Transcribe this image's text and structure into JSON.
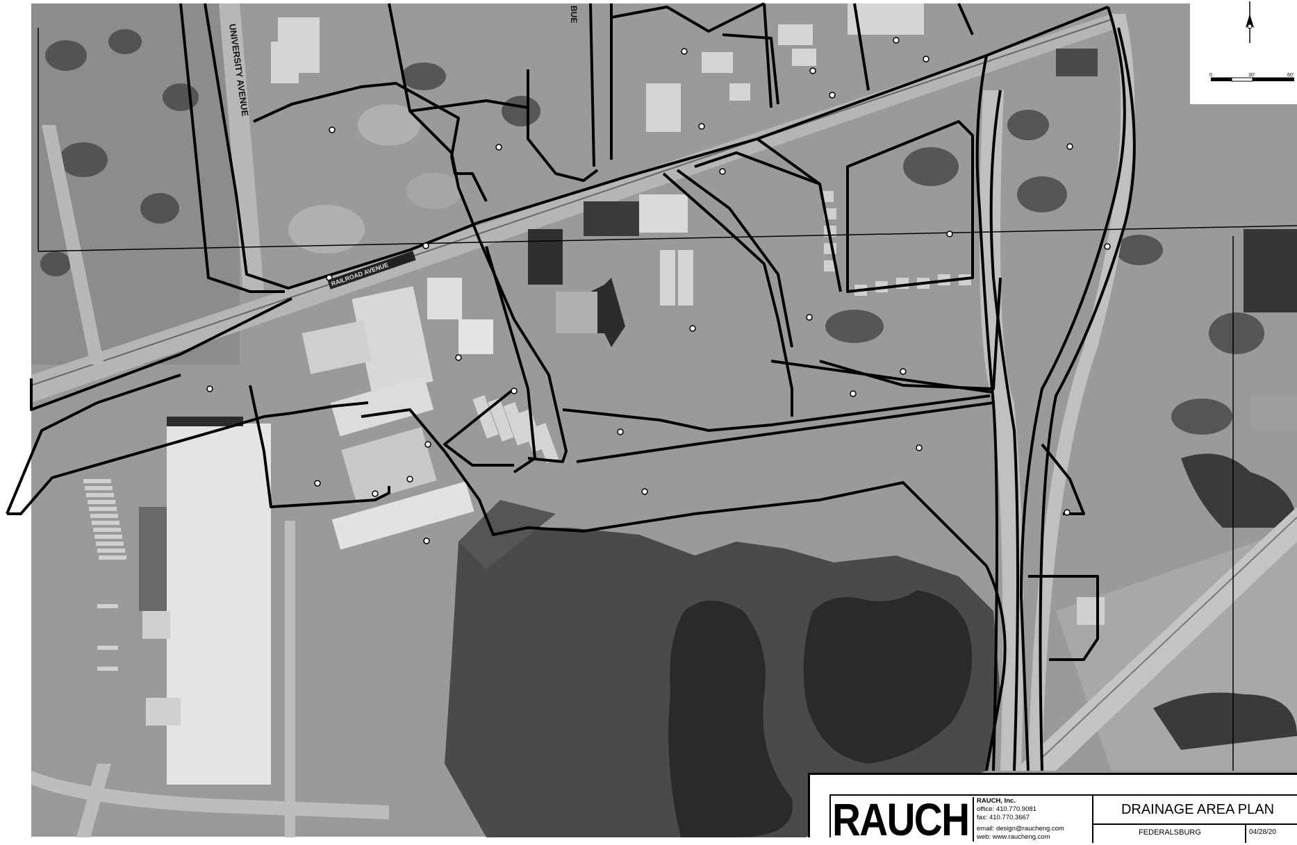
{
  "map": {
    "street_labels": {
      "university_ave": "UNIVERSITY AVENUE",
      "railroad_ave": "RAILROAD AVENUE",
      "clipped_street": "BUE"
    },
    "colors": {
      "page": "#ffffff",
      "field": "#9a9a9a",
      "field_dark": "#7a7a7a",
      "trees": "#4a4a4a",
      "water": "#2a2a2a",
      "road": "#bdbdbd",
      "roof": "#d8d8d8",
      "roof_dark": "#3a3a3a",
      "boundary": "#000000"
    }
  },
  "scale": {
    "ticks": [
      "0",
      "30'",
      "60'"
    ]
  },
  "title_block": {
    "logo": "RAUCH",
    "company": "RAUCH, Inc.",
    "office": "office: 410.770.9081",
    "fax": "fax: 410.770.3667",
    "email": "email: design@raucheng.com",
    "web": "web: www.raucheng.com",
    "plan_title": "DRAINAGE AREA PLAN",
    "town": "FEDERALSBURG",
    "date": "04/28/20"
  }
}
